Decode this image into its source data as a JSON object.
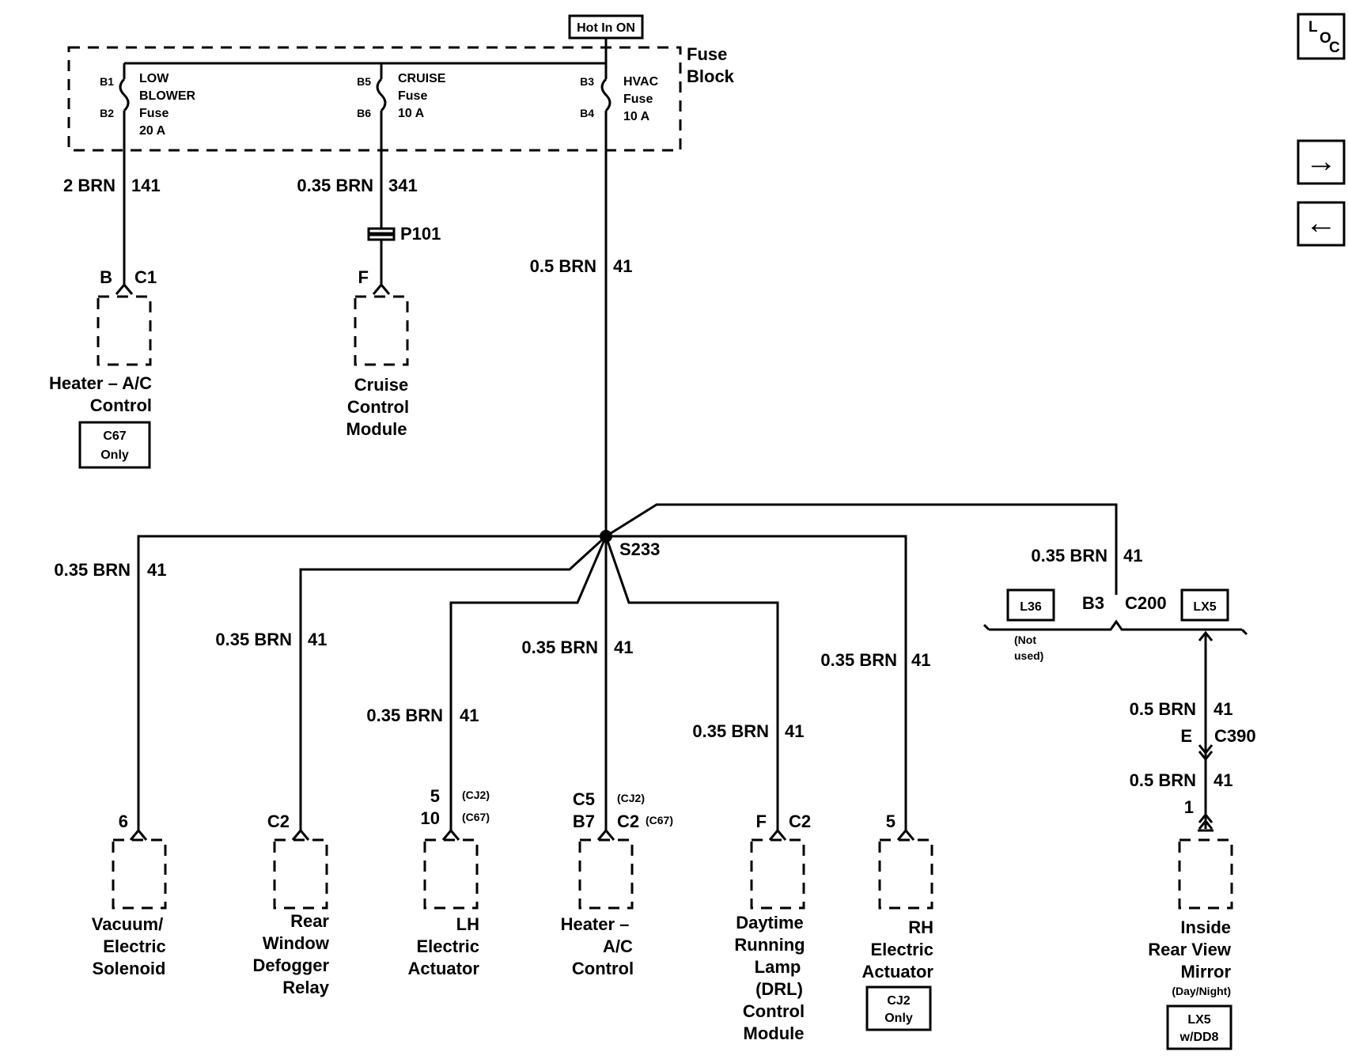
{
  "header": {
    "hot_label": "Hot In ON",
    "fuse_block_line1": "Fuse",
    "fuse_block_line2": "Block"
  },
  "fuses": [
    {
      "top_pin": "B1",
      "bottom_pin": "B2",
      "lines": [
        "LOW",
        "BLOWER",
        "Fuse",
        "20 A"
      ]
    },
    {
      "top_pin": "B5",
      "bottom_pin": "B6",
      "lines": [
        "CRUISE",
        "Fuse",
        "10 A"
      ]
    },
    {
      "top_pin": "B3",
      "bottom_pin": "B4",
      "lines": [
        "HVAC",
        "Fuse",
        "10 A"
      ]
    }
  ],
  "wires": {
    "w141": {
      "gauge": "2 BRN",
      "circuit": "141"
    },
    "w341": {
      "gauge": "0.35 BRN",
      "circuit": "341"
    },
    "w41_main": {
      "gauge": "0.5 BRN",
      "circuit": "41"
    },
    "b_vac": {
      "gauge": "0.35 BRN",
      "circuit": "41"
    },
    "b_rear": {
      "gauge": "0.35 BRN",
      "circuit": "41"
    },
    "b_lh": {
      "gauge": "0.35 BRN",
      "circuit": "41"
    },
    "b_hvac": {
      "gauge": "0.35 BRN",
      "circuit": "41"
    },
    "b_drl": {
      "gauge": "0.35 BRN",
      "circuit": "41"
    },
    "b_rh": {
      "gauge": "0.35 BRN",
      "circuit": "41"
    },
    "b_mirror_top": {
      "gauge": "0.35 BRN",
      "circuit": "41"
    },
    "b_mirror_mid": {
      "gauge": "0.5 BRN",
      "circuit": "41"
    },
    "b_mirror_low": {
      "gauge": "0.5 BRN",
      "circuit": "41"
    }
  },
  "connectors": {
    "p101": "P101",
    "s233": "S233",
    "heater_top_pin": "B",
    "heater_top_conn": "C1",
    "cruise_pin": "F",
    "c200_pin": "B3",
    "c200": "C200",
    "c390_pin": "E",
    "c390": "C390",
    "mirror_pin": "1",
    "vac_pin": "6",
    "rear_pin": "C2",
    "lh_pin1": "5",
    "lh_pin2": "10",
    "lh_opt1": "(CJ2)",
    "lh_opt2": "(C67)",
    "hvac_pin1": "C5",
    "hvac_pin2": "B7",
    "hvac_conn2": "C2",
    "hvac_opt1": "(CJ2)",
    "hvac_opt2": "(C67)",
    "drl_pin": "F",
    "drl_conn": "C2",
    "rh_pin": "5"
  },
  "components": {
    "heater_top": [
      "Heater – A/C",
      "Control"
    ],
    "cruise": [
      "Cruise",
      "Control",
      "Module"
    ],
    "vacuum": [
      "Vacuum/",
      "Electric",
      "Solenoid"
    ],
    "rear_defog": [
      "Rear",
      "Window",
      "Defogger",
      "Relay"
    ],
    "lh_act": [
      "LH",
      "Electric",
      "Actuator"
    ],
    "hvac_low": [
      "Heater –",
      "A/C",
      "Control"
    ],
    "drl": [
      "Daytime",
      "Running",
      "Lamp",
      "(DRL)",
      "Control",
      "Module"
    ],
    "rh_act": [
      "RH",
      "Electric",
      "Actuator"
    ],
    "mirror": [
      "Inside",
      "Rear View",
      "Mirror"
    ],
    "mirror_sub": "(Day/Night)"
  },
  "options": {
    "c67_only": [
      "C67",
      "Only"
    ],
    "l36": "L36",
    "lx5": "LX5",
    "not_used": [
      "(Not",
      "used)"
    ],
    "cj2_only": [
      "CJ2",
      "Only"
    ],
    "lx5_dd8": [
      "LX5",
      "w/DD8"
    ]
  },
  "nav": {
    "loc_l": "L",
    "loc_o": "O",
    "loc_c": "C",
    "forward_arrow": "→",
    "back_arrow": "←"
  }
}
